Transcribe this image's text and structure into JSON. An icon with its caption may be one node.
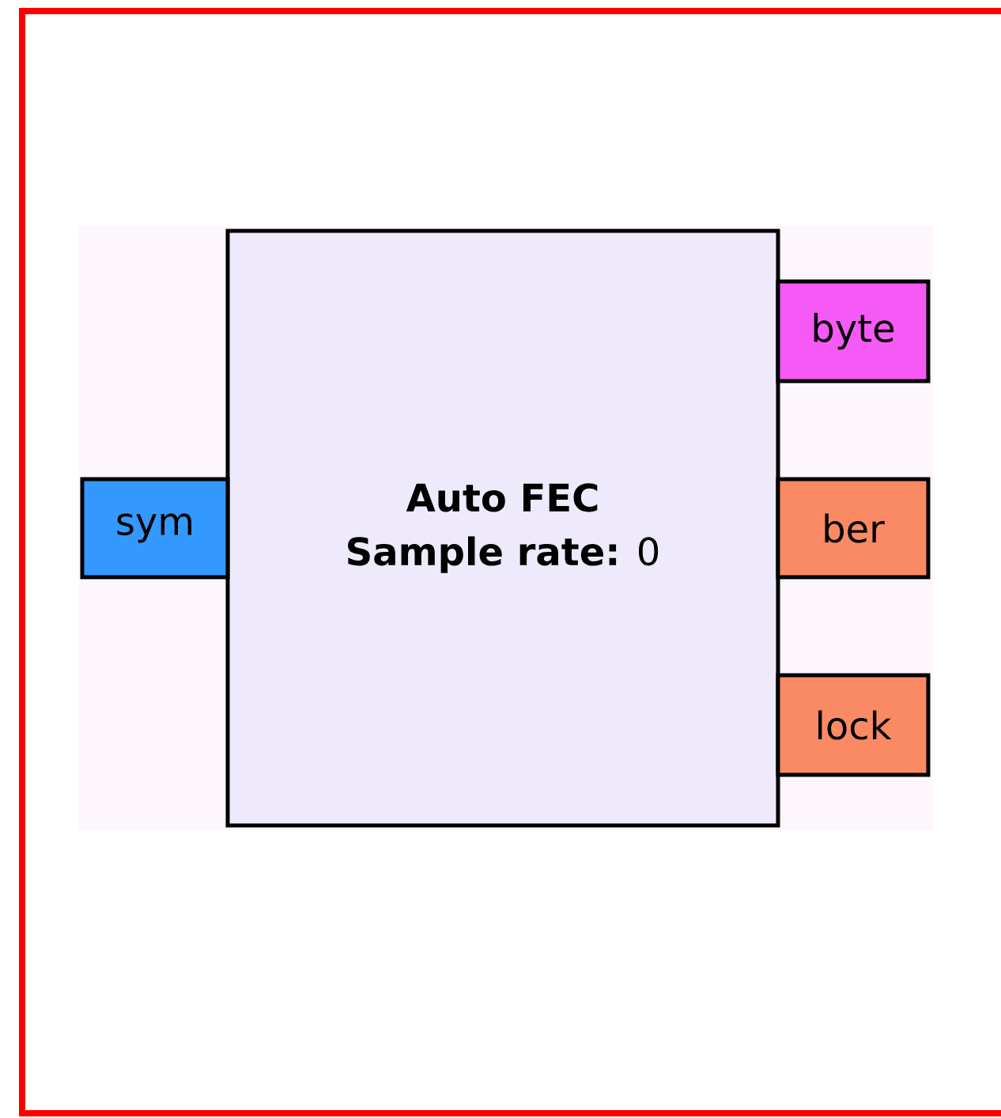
{
  "diagram": {
    "nodes": [
      {
        "text": [
          "Auto FEC",
          "**Sample rate:** 0"
        ]
      },
      {
        "text": [
          "sym"
        ]
      },
      {
        "text": [
          "byte"
        ]
      },
      {
        "text": [
          "ber"
        ]
      },
      {
        "text": [
          "lock"
        ]
      }
    ]
  }
}
